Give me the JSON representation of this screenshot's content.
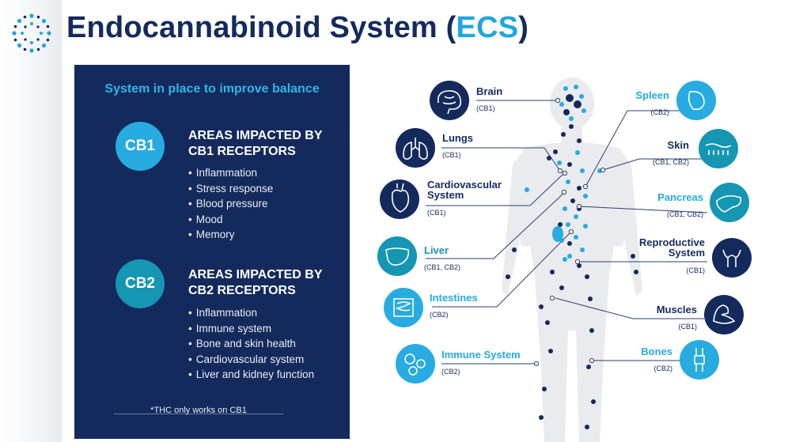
{
  "header": {
    "title_main": "Endocannabinoid System (",
    "title_acronym": "ECS",
    "title_end": ")"
  },
  "panel": {
    "heading": "System in place to improve balance",
    "cb1": {
      "badge": "CB1",
      "heading_line1": "AREAS IMPACTED BY",
      "heading_line2": "CB1 RECEPTORS",
      "items": [
        "Inflammation",
        "Stress response",
        "Blood pressure",
        "Mood",
        "Memory"
      ]
    },
    "cb2": {
      "badge": "CB2",
      "heading_line1": "AREAS IMPACTED BY",
      "heading_line2": "CB2 RECEPTORS",
      "items": [
        "Inflammation",
        "Immune system",
        "Bone and skin health",
        "Cardiovascular system",
        "Liver and kidney function"
      ]
    },
    "note": "*THC only works on CB1"
  },
  "diagram": {
    "organs": [
      {
        "id": "brain",
        "name": "Brain",
        "receptors": "(CB1)",
        "icon": "brain-icon"
      },
      {
        "id": "lungs",
        "name": "Lungs",
        "receptors": "(CB1)",
        "icon": "lungs-icon"
      },
      {
        "id": "cardio",
        "name_line1": "Cardiovascular",
        "name_line2": "System",
        "receptors": "(CB1)",
        "icon": "heart-icon"
      },
      {
        "id": "liver",
        "name": "Liver",
        "receptors": "(CB1, CB2)",
        "icon": "liver-icon"
      },
      {
        "id": "intestines",
        "name": "Intestines",
        "receptors": "(CB2)",
        "icon": "intestines-icon"
      },
      {
        "id": "immune",
        "name": "Immune System",
        "receptors": "(CB2)",
        "icon": "immune-cells-icon"
      },
      {
        "id": "spleen",
        "name": "Spleen",
        "receptors": "(CB2)",
        "icon": "spleen-icon"
      },
      {
        "id": "skin",
        "name": "Skin",
        "receptors": "(CB1, CB2)",
        "icon": "skin-icon"
      },
      {
        "id": "pancreas",
        "name": "Pancreas",
        "receptors": "(CB1, CB2)",
        "icon": "pancreas-icon"
      },
      {
        "id": "repro",
        "name_line1": "Reproductive",
        "name_line2": "System",
        "receptors": "(CB1)",
        "icon": "reproductive-icon"
      },
      {
        "id": "muscles",
        "name": "Muscles",
        "receptors": "(CB1)",
        "icon": "muscle-icon"
      },
      {
        "id": "bones",
        "name": "Bones",
        "receptors": "(CB2)",
        "icon": "bone-joint-icon"
      }
    ],
    "colors": {
      "navy": "#142a5c",
      "cyan": "#27abe1",
      "teal": "#1596b3",
      "body": "#e9ebee"
    }
  }
}
